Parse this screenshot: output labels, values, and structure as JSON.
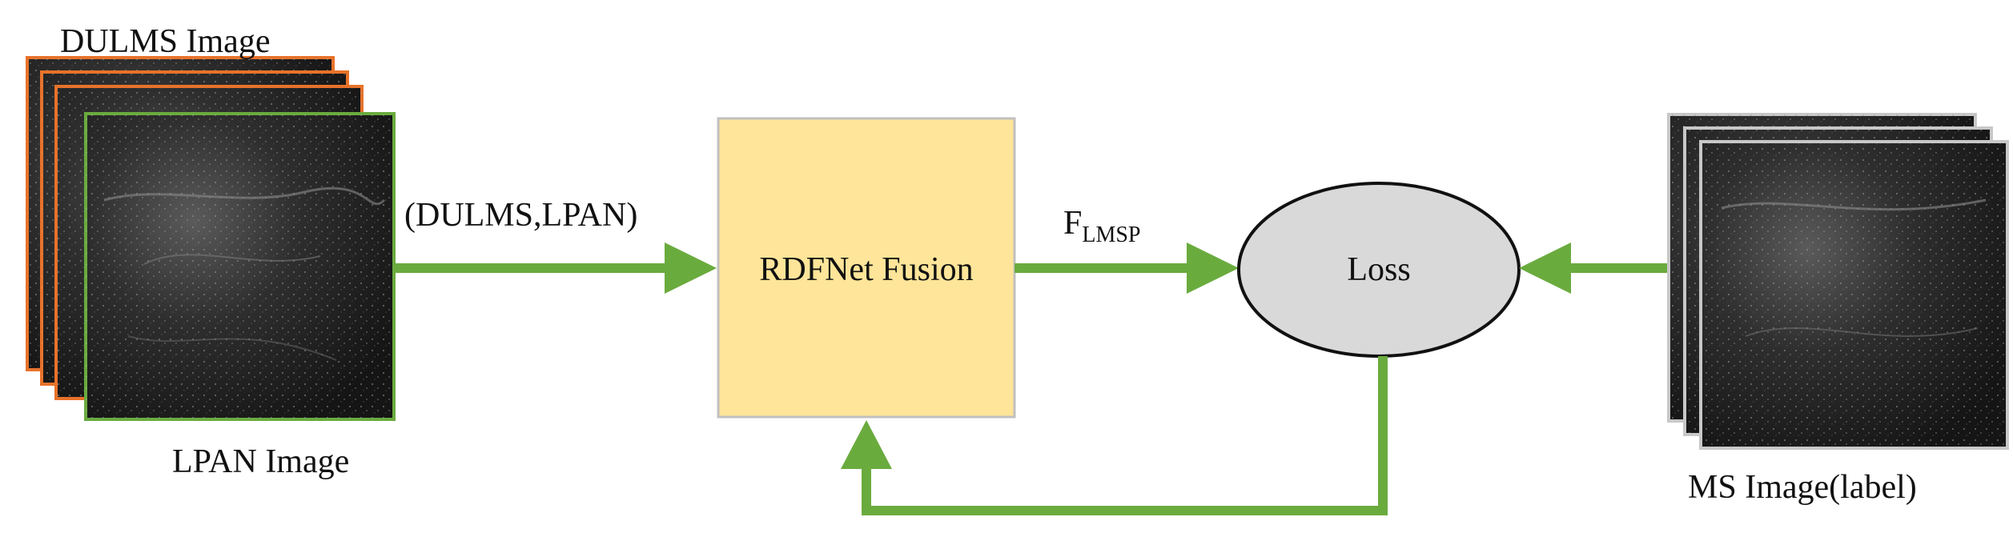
{
  "labels": {
    "dulms_image": "DULMS Image",
    "lpan_image": "LPAN Image",
    "input_pair": "(DULMS,LPAN)",
    "fusion_box": "RDFNet Fusion",
    "output_main": "F",
    "output_sub": "LMSP",
    "loss": "Loss",
    "ms_image": "MS Image(label)"
  },
  "colors": {
    "arrow": "#6aab3e",
    "dulms_border": "#e8722a",
    "lpan_border": "#6aab3e",
    "ms_border": "#c8c8c8",
    "fusion_fill": "#ffe599",
    "fusion_border": "#c0c0c0",
    "loss_fill": "#d9d9d9",
    "loss_border": "#111111"
  }
}
